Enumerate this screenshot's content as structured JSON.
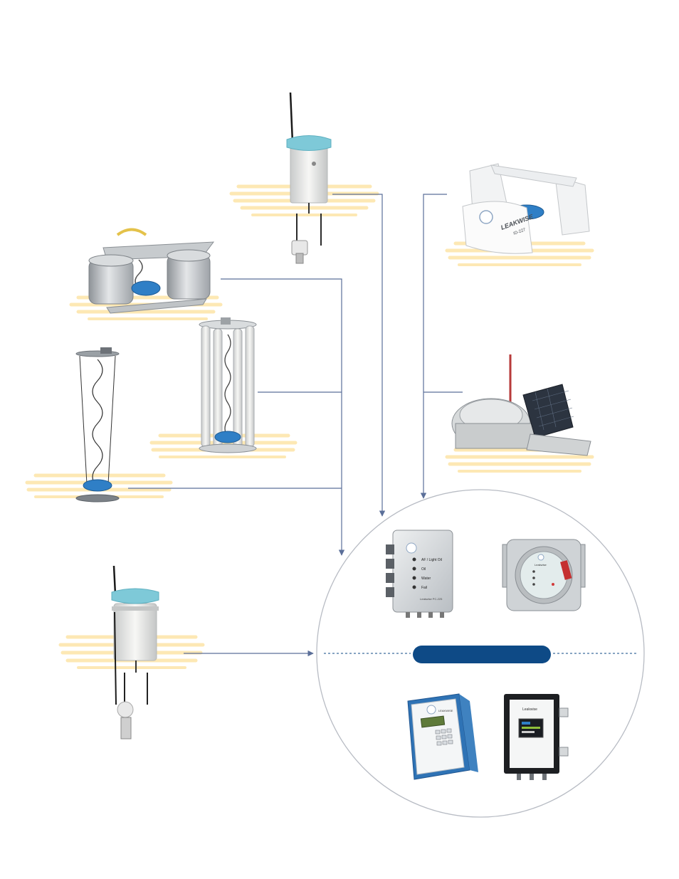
{
  "diagram": {
    "title": "",
    "colors": {
      "connector": "#5b6f99",
      "circle_border": "#b8bcc4",
      "pill": "#0e4a86",
      "stripe": "#fde8b4",
      "sensor_blue": "#2f7fc6",
      "sensor_teal": "#7ec9d8"
    },
    "sensors": [
      {
        "name": "buoy-sensor-with-antenna-top",
        "icon": "teal-cap-buoy-icon"
      },
      {
        "name": "twin-float-sensor-frame",
        "icon": "pontoon-float-icon"
      },
      {
        "name": "four-tube-cage-sensor",
        "icon": "cage-sensor-icon"
      },
      {
        "name": "hanging-spiral-sensor",
        "icon": "spiral-cable-sensor-icon"
      },
      {
        "name": "buoy-sensor-with-antenna-bottom",
        "icon": "white-cylinder-buoy-icon"
      },
      {
        "name": "white-float-leakwise-sensor",
        "icon": "white-pontoon-sensor-icon"
      },
      {
        "name": "solar-powered-float-sensor",
        "icon": "solar-buoy-icon"
      }
    ],
    "controllers": [
      {
        "name": "controller-grey-box",
        "icon": "grey-controller-icon",
        "texts": [
          "AF / Light Oil",
          "Oil",
          "Water",
          "Fail",
          "Leakwise PC-225"
        ]
      },
      {
        "name": "controller-explosion-proof",
        "icon": "round-window-controller-icon",
        "texts": [
          "Leakwise"
        ]
      },
      {
        "name": "controller-keypad-box",
        "icon": "keypad-controller-icon",
        "texts": [
          "LEAKWISE"
        ]
      },
      {
        "name": "controller-display-box",
        "icon": "display-controller-icon",
        "texts": [
          "Leakwise"
        ]
      }
    ],
    "label_plate_text": "LEAKWISE",
    "label_plate_model": "ID-227",
    "pill_label": ""
  }
}
